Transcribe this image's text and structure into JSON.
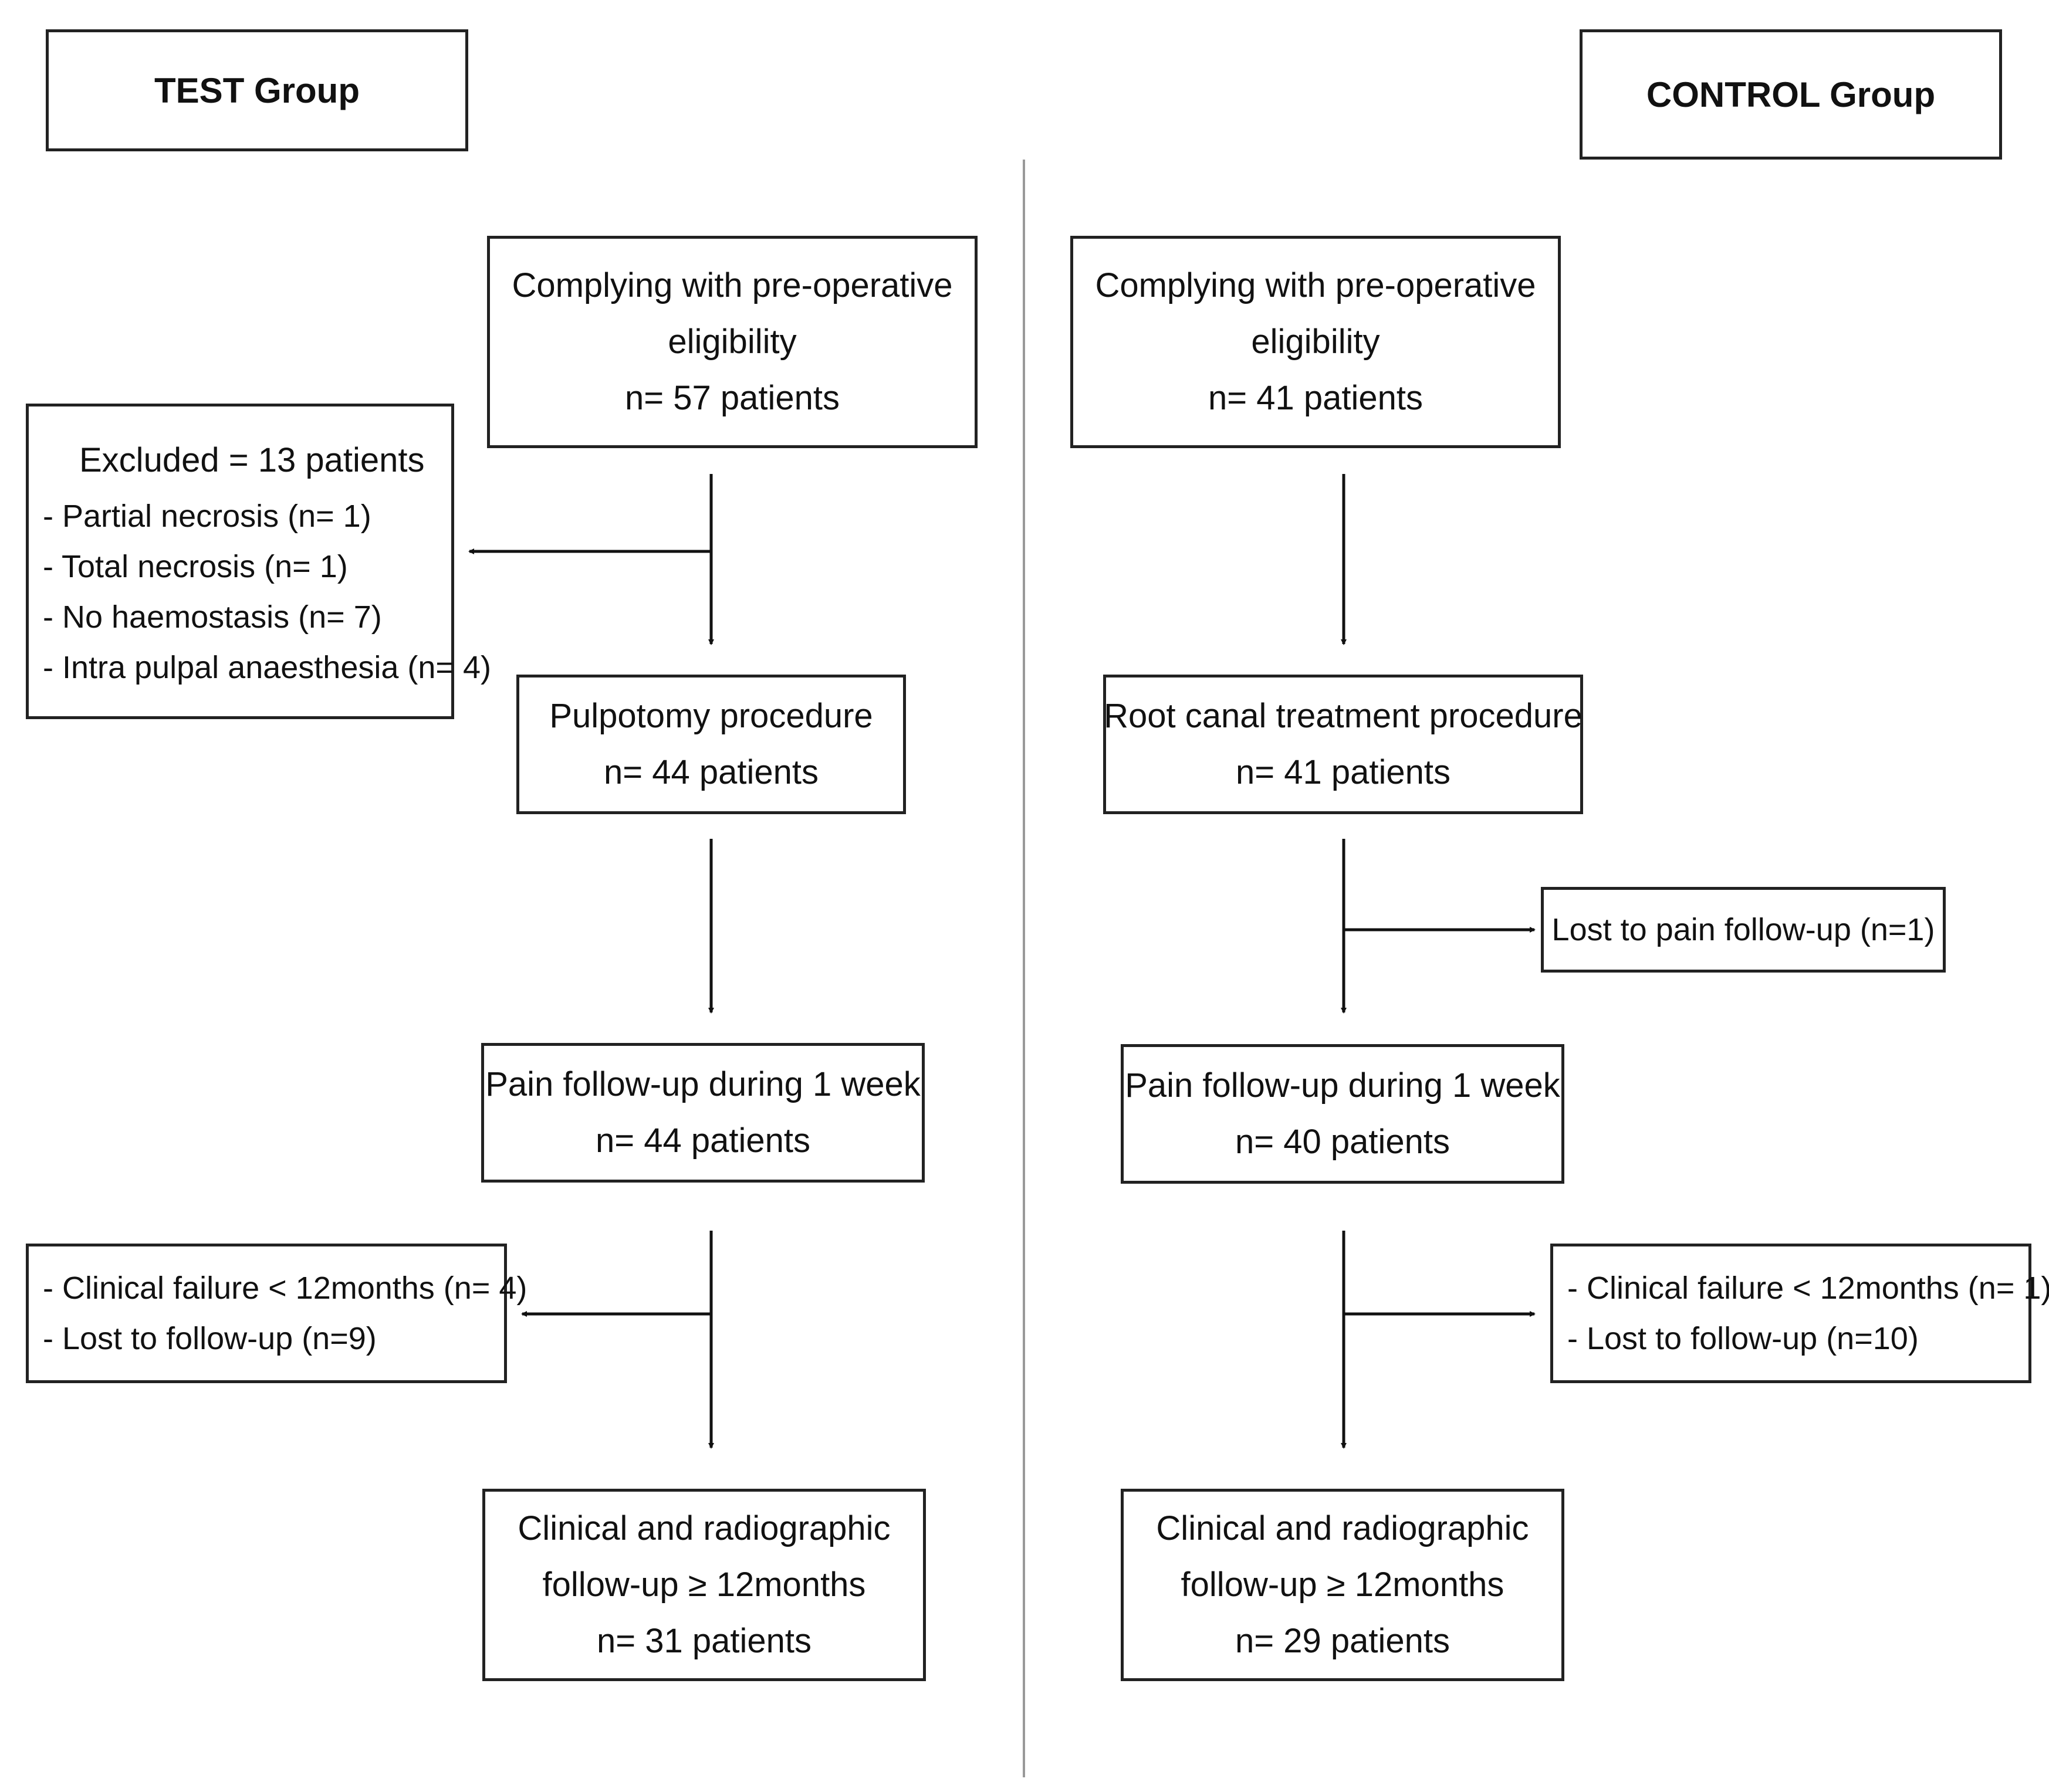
{
  "test": {
    "title": "TEST Group",
    "eligibility": [
      "Complying with pre-operative",
      "eligibility",
      "n= 57 patients"
    ],
    "excluded": {
      "heading": "Excluded = 13 patients",
      "items": [
        "- Partial necrosis (n= 1)",
        "- Total necrosis (n= 1)",
        "- No haemostasis (n= 7)",
        "- Intra pulpal anaesthesia (n= 4)"
      ]
    },
    "procedure": [
      "Pulpotomy procedure",
      "n= 44 patients"
    ],
    "pain": [
      "Pain follow-up during 1 week",
      "n= 44 patients"
    ],
    "losses": [
      "- Clinical failure < 12months (n= 4)",
      "- Lost to follow-up (n=9)"
    ],
    "final": [
      "Clinical and radiographic",
      "follow-up ≥ 12months",
      "n= 31 patients"
    ]
  },
  "control": {
    "title": "CONTROL Group",
    "eligibility": [
      "Complying with pre-operative",
      "eligibility",
      "n= 41 patients"
    ],
    "procedure": [
      "Root canal treatment procedure",
      "n= 41 patients"
    ],
    "lost_pain": "Lost to pain follow-up (n=1)",
    "pain": [
      "Pain follow-up during 1 week",
      "n= 40 patients"
    ],
    "losses": [
      "- Clinical failure < 12months (n= 1)",
      "- Lost to follow-up (n=10)"
    ],
    "final": [
      "Clinical and radiographic",
      "follow-up ≥ 12months",
      "n= 29 patients"
    ]
  }
}
